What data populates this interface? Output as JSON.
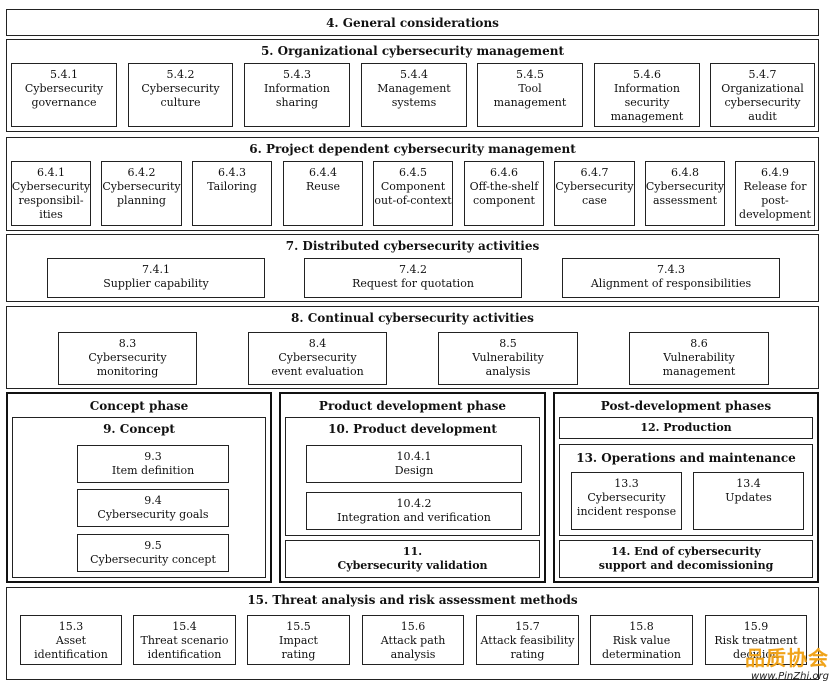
{
  "general": "4. General considerations",
  "org": {
    "title": "5. Organizational cybersecurity management",
    "items": [
      {
        "num": "5.4.1",
        "label": "Cybersecurity\ngovernance"
      },
      {
        "num": "5.4.2",
        "label": "Cybersecurity\nculture"
      },
      {
        "num": "5.4.3",
        "label": "Information\nsharing"
      },
      {
        "num": "5.4.4",
        "label": "Management\nsystems"
      },
      {
        "num": "5.4.5",
        "label": "Tool\nmanagement"
      },
      {
        "num": "5.4.6",
        "label": "Information\nsecurity\nmanagement"
      },
      {
        "num": "5.4.7",
        "label": "Organizational\ncybersecurity\naudit"
      }
    ]
  },
  "project": {
    "title": "6. Project dependent cybersecurity management",
    "items": [
      {
        "num": "6.4.1",
        "label": "Cybersecurity\nresponsibil-\nities"
      },
      {
        "num": "6.4.2",
        "label": "Cybersecurity\nplanning"
      },
      {
        "num": "6.4.3",
        "label": "Tailoring"
      },
      {
        "num": "6.4.4",
        "label": "Reuse"
      },
      {
        "num": "6.4.5",
        "label": "Component\nout-of-context"
      },
      {
        "num": "6.4.6",
        "label": "Off-the-shelf\ncomponent"
      },
      {
        "num": "6.4.7",
        "label": "Cybersecurity\ncase"
      },
      {
        "num": "6.4.8",
        "label": "Cybersecurity\nassessment"
      },
      {
        "num": "6.4.9",
        "label": "Release for\npost-\ndevelopment"
      }
    ]
  },
  "distributed": {
    "title": "7. Distributed cybersecurity activities",
    "items": [
      {
        "num": "7.4.1",
        "label": "Supplier capability"
      },
      {
        "num": "7.4.2",
        "label": "Request for quotation"
      },
      {
        "num": "7.4.3",
        "label": "Alignment of responsibilities"
      }
    ]
  },
  "continual": {
    "title": "8. Continual cybersecurity activities",
    "items": [
      {
        "num": "8.3",
        "label": "Cybersecurity\nmonitoring"
      },
      {
        "num": "8.4",
        "label": "Cybersecurity\nevent evaluation"
      },
      {
        "num": "8.5",
        "label": "Vulnerability\nanalysis"
      },
      {
        "num": "8.6",
        "label": "Vulnerability\nmanagement"
      }
    ]
  },
  "concept_phase": {
    "title": "Concept phase",
    "sub_title": "9. Concept",
    "items": [
      {
        "num": "9.3",
        "label": "Item definition"
      },
      {
        "num": "9.4",
        "label": "Cybersecurity goals"
      },
      {
        "num": "9.5",
        "label": "Cybersecurity concept"
      }
    ]
  },
  "product_phase": {
    "title": "Product development phase",
    "sub_title": "10. Product development",
    "items": [
      {
        "num": "10.4.1",
        "label": "Design"
      },
      {
        "num": "10.4.2",
        "label": "Integration and verification"
      }
    ],
    "validation": "11.\nCybersecurity validation"
  },
  "post_phase": {
    "title": "Post-development phases",
    "production": "12. Production",
    "ops_title": "13. Operations and maintenance",
    "ops_items": [
      {
        "num": "13.3",
        "label": "Cybersecurity\nincident response"
      },
      {
        "num": "13.4",
        "label": "Updates"
      }
    ],
    "end": "14. End of cybersecurity\nsupport and decomissioning"
  },
  "tara": {
    "title": "15. Threat analysis and risk assessment methods",
    "items": [
      {
        "num": "15.3",
        "label": "Asset\nidentification"
      },
      {
        "num": "15.4",
        "label": "Threat scenario\nidentification"
      },
      {
        "num": "15.5",
        "label": "Impact\nrating"
      },
      {
        "num": "15.6",
        "label": "Attack path\nanalysis"
      },
      {
        "num": "15.7",
        "label": "Attack feasibility\nrating"
      },
      {
        "num": "15.8",
        "label": "Risk value\ndetermination"
      },
      {
        "num": "15.9",
        "label": "Risk treatment\ndecision"
      }
    ]
  },
  "watermark": {
    "cn": "品质协会",
    "url": "www.PinZhi.org"
  }
}
